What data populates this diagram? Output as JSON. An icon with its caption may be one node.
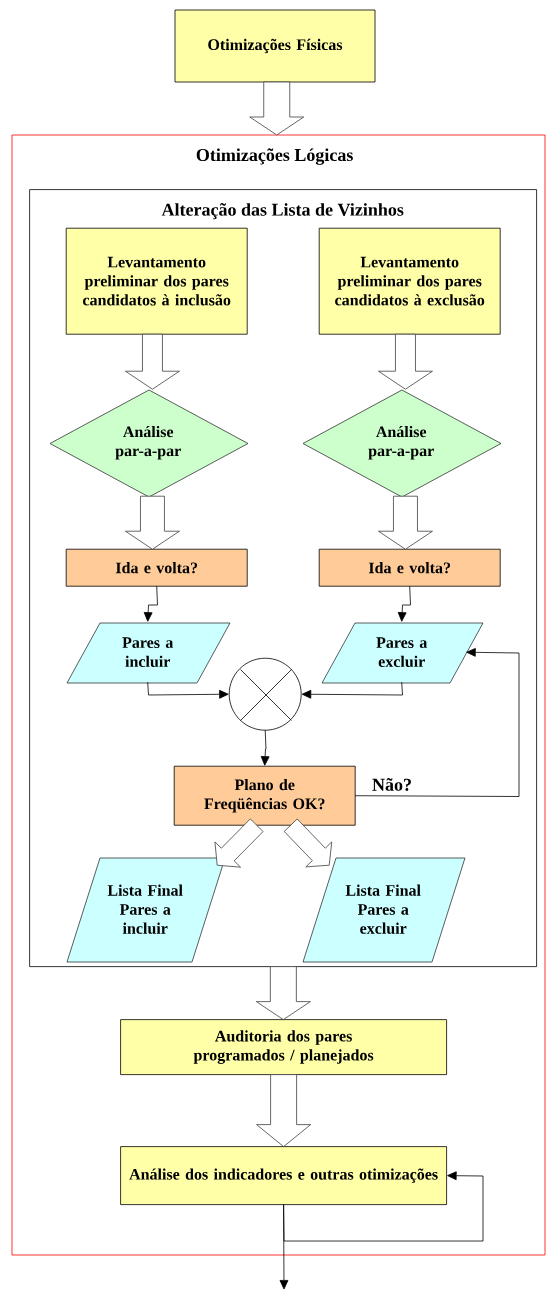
{
  "diagram": {
    "nodes": [
      {
        "text": [
          "Otimizações Físicas"
        ]
      },
      {
        "text": [
          "Otimizações Lógicas"
        ]
      },
      {
        "text": [
          "Alteração das Lista de Vizinhos"
        ],
        "in": 1
      },
      {
        "text": [
          "Levantamento preliminar dos pares candidatos à inclusão"
        ],
        "in": 2
      },
      {
        "text": [
          "Levantamento preliminar dos pares candidatos à exclusão"
        ],
        "in": 2
      },
      {
        "text": [
          "Análise par-a-par"
        ],
        "in": 2
      },
      {
        "text": [
          "Análise par-a-par"
        ],
        "in": 2
      },
      {
        "text": [
          "Ida e volta?"
        ],
        "in": 2
      },
      {
        "text": [
          "Ida e volta?"
        ],
        "in": 2
      },
      {
        "text": [
          "Pares a incluir"
        ],
        "in": 2
      },
      {
        "text": [
          "Pares a excluir"
        ],
        "in": 2
      },
      {
        "text": [],
        "shape": "circle",
        "in": 2
      },
      {
        "text": [
          "Plano de Freqüências OK?"
        ],
        "in": 2
      },
      {
        "text": [
          "Lista Final Pares a incluir"
        ],
        "in": 2
      },
      {
        "text": [
          "Lista Final Pares a excluir"
        ],
        "in": 2
      },
      {
        "text": [
          "Auditoria dos pares programados / planejados"
        ],
        "in": 1
      },
      {
        "text": [
          "Análise dos indicadores e outras otimizações"
        ],
        "in": 1
      }
    ],
    "edges": [
      {
        "from": 0,
        "to": 1,
        "arrow": "to",
        "style": "thick"
      },
      {
        "from": 3,
        "to": 5,
        "arrow": "to",
        "style": "thick"
      },
      {
        "from": 4,
        "to": 6,
        "arrow": "to",
        "style": "thick"
      },
      {
        "from": 5,
        "to": 7,
        "arrow": "to",
        "style": "thick"
      },
      {
        "from": 6,
        "to": 8,
        "arrow": "to",
        "style": "thick"
      },
      {
        "from": 7,
        "to": 9,
        "arrow": "to"
      },
      {
        "from": 8,
        "to": 10,
        "arrow": "to"
      },
      {
        "from": 9,
        "to": 11,
        "arrow": "to"
      },
      {
        "from": 10,
        "to": 11,
        "arrow": "to"
      },
      {
        "from": 11,
        "to": 12,
        "arrow": "to"
      },
      {
        "from": 12,
        "to": 10,
        "label": "Não?",
        "arrow": "to"
      },
      {
        "from": 12,
        "to": 13,
        "arrow": "to",
        "style": "thick"
      },
      {
        "from": 12,
        "to": 14,
        "arrow": "to",
        "style": "thick"
      },
      {
        "from": 2,
        "to": 15,
        "arrow": "to",
        "style": "thick"
      },
      {
        "from": 15,
        "to": 16,
        "arrow": "to",
        "style": "thick"
      },
      {
        "from": 16,
        "to": 16,
        "arrow": "to"
      },
      {
        "from": 16,
        "to": null,
        "arrow": "to"
      }
    ]
  }
}
